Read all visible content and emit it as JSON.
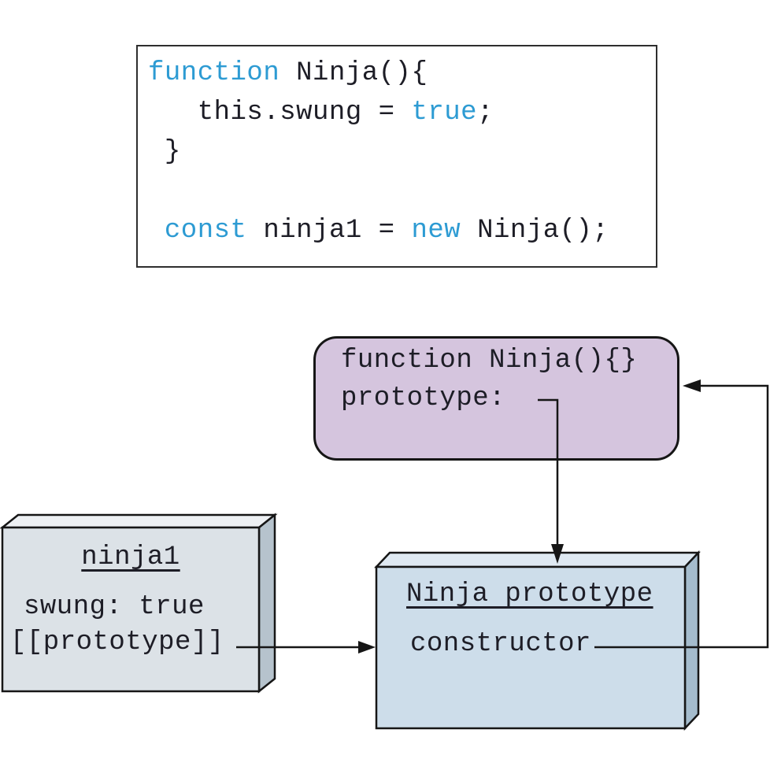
{
  "colors": {
    "keyword_blue": "#2d9bd3",
    "text": "#1d1d26",
    "line_black": "#161616",
    "purple_fill": "#d5c5de",
    "ninja1_front": "#dce2e7",
    "ninja1_top": "#edf0f3",
    "ninja1_side": "#b6c3cd",
    "proto_front": "#cdddea",
    "proto_top": "#dfe9f2",
    "proto_side": "#a5bccd",
    "code_box_border": "#2e2e2e",
    "background": "#ffffff"
  },
  "code_box": {
    "lines": [
      [
        {
          "t": "function",
          "kw": true
        },
        {
          "t": " Ninja(){"
        }
      ],
      [
        {
          "t": "   this.swung = "
        },
        {
          "t": "true",
          "kw": true
        },
        {
          "t": ";"
        }
      ],
      [
        {
          "t": " }"
        }
      ],
      [
        {
          "t": " "
        }
      ],
      [
        {
          "t": " "
        },
        {
          "t": "const",
          "kw": true
        },
        {
          "t": " ninja1 = "
        },
        {
          "t": "new",
          "kw": true
        },
        {
          "t": " Ninja();"
        }
      ]
    ]
  },
  "function_box": {
    "line1": "function Ninja(){}",
    "line2": "prototype:"
  },
  "ninja1_box": {
    "title": "ninja1",
    "prop1": "swung: true",
    "prop2": "[[prototype]]"
  },
  "prototype_box": {
    "title": "Ninja prototype",
    "prop1": "constructor"
  },
  "edges": [
    {
      "from": "function-box.prototype",
      "to": "ninja-prototype-box",
      "style": "elbow-down-arrow"
    },
    {
      "from": "ninja1-box.[[prototype]]",
      "to": "ninja-prototype-box",
      "style": "straight-right-arrow"
    },
    {
      "from": "ninja-prototype-box.constructor",
      "to": "function-box",
      "style": "elbow-right-up-left-arrow"
    }
  ]
}
